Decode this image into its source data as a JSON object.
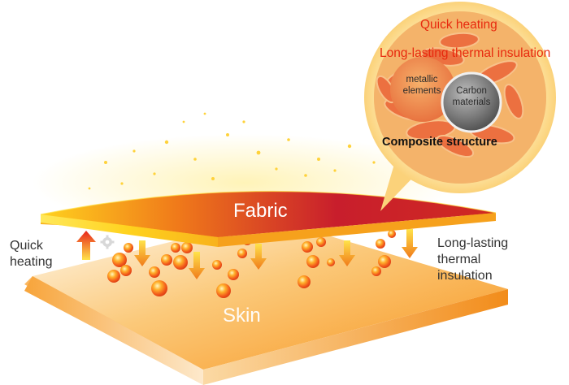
{
  "layers": {
    "fabric_label": "Fabric",
    "skin_label": "Skin"
  },
  "left_caption": {
    "line1": "Quick",
    "line2": "heating"
  },
  "right_caption": {
    "line1": "Long-lasting",
    "line2": "thermal",
    "line3": "insulation"
  },
  "zoom": {
    "benefit_1": "Quick heating",
    "benefit_2": "Long-lasting thermal insulation",
    "element_a_line1": "metallic",
    "element_a_line2": "elements",
    "element_b_line1": "Carbon",
    "element_b_line2": "materials",
    "caption": "Composite structure"
  },
  "colors": {
    "fabric_red": "#c81e2c",
    "fabric_orange": "#f07a1a",
    "fabric_yellow": "#ffd21e",
    "skin_orange": "#f7941d",
    "accent_text_red": "#e8290e",
    "zoom_bubble": "#fcd27a"
  },
  "icons": [
    "arrow-up-icon",
    "arrow-down-icon",
    "heat-particle-icon",
    "gear-icon"
  ]
}
